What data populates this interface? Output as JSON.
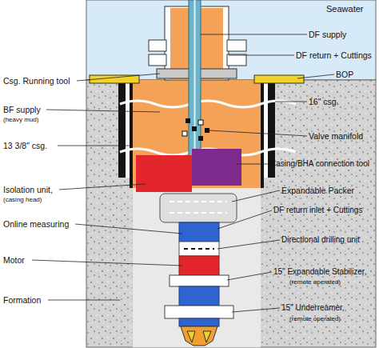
{
  "diagram": {
    "labels": [
      "Seawater",
      "DF supply",
      "DF return + Cuttings",
      "Csg. Running tool",
      "BOP",
      "BF supply",
      "(heavy mud)",
      "16\" csg.",
      "13 3/8\" csg.",
      "Valve manifold",
      "Casing/BHA connection tool",
      "Isolation unit,",
      "(casing head)",
      "Expandable Packer",
      "DF return inlet + Cuttings",
      "Online measuring",
      "Directional drilling unit",
      "Motor",
      "15\" Expandable Stabilizer,",
      "(remote operated)",
      "Formation",
      "15\" Underreamer,",
      "(remote operated)"
    ]
  }
}
